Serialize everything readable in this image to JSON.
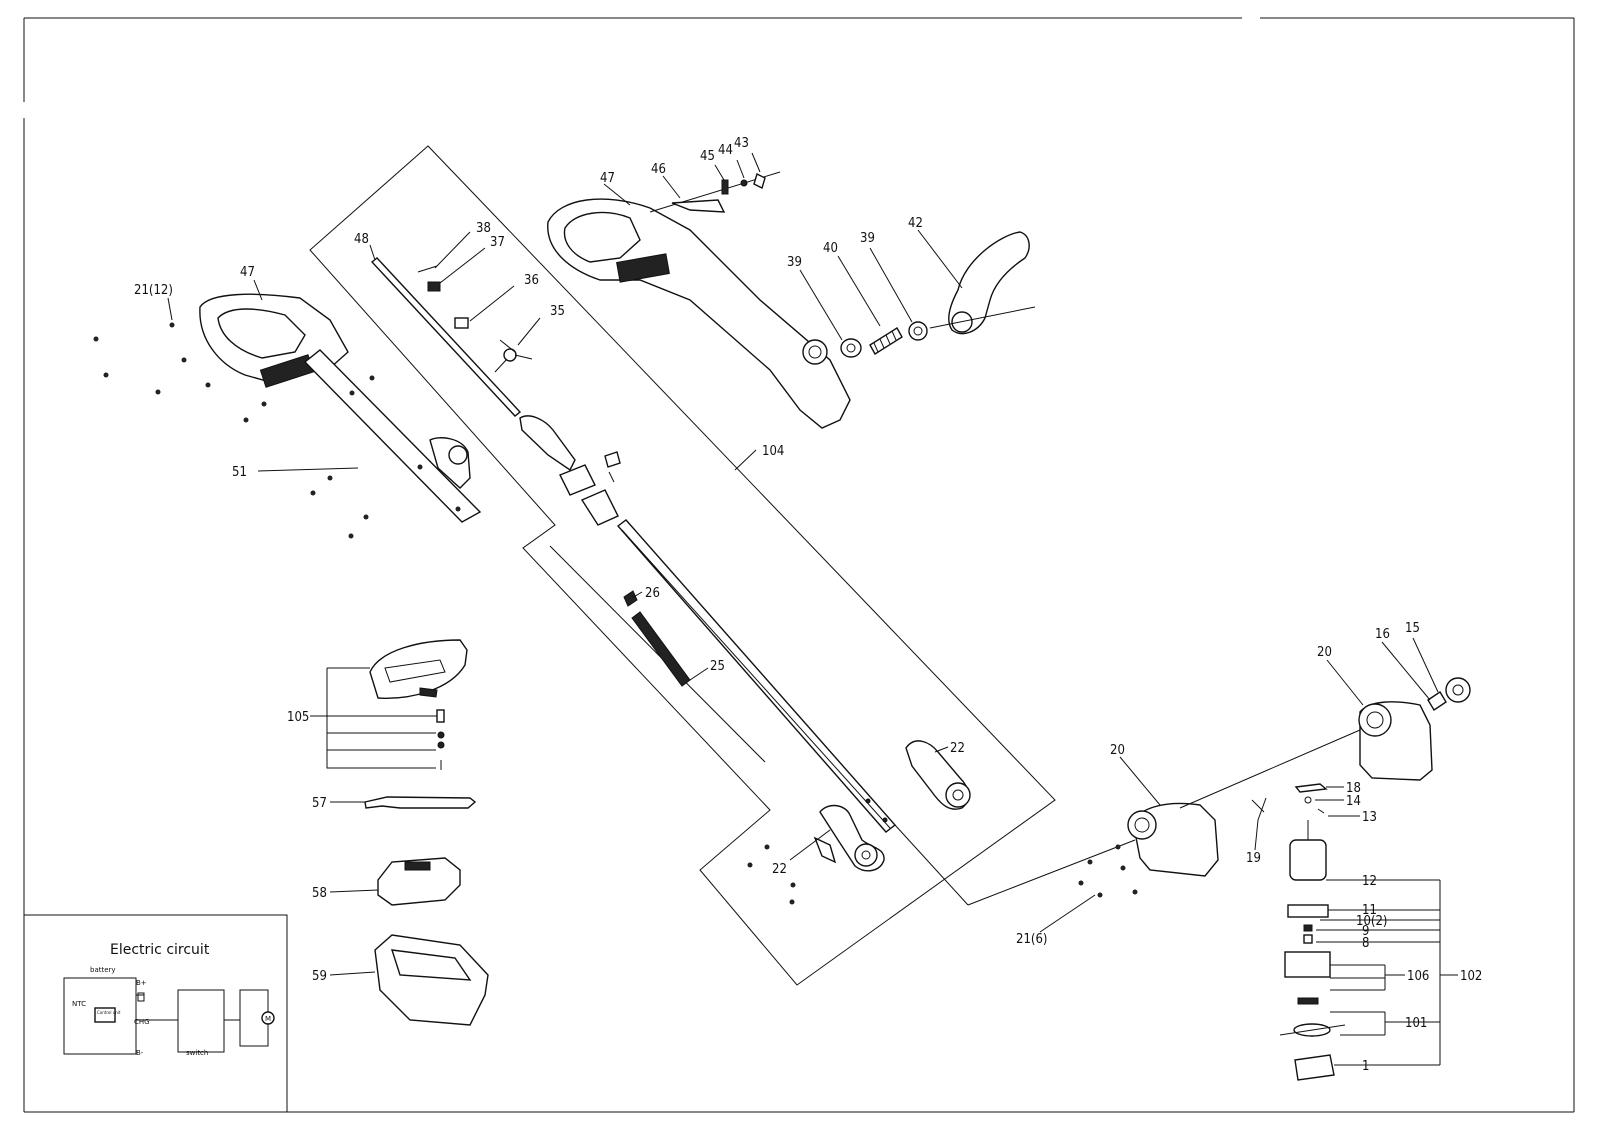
{
  "labels": {
    "l47a": "47",
    "l46": "46",
    "l45": "45",
    "l44": "44",
    "l43": "43",
    "l48": "48",
    "l38": "38",
    "l37": "37",
    "l36": "36",
    "l35": "35",
    "l21_12": "21(12)",
    "l47b": "47",
    "l51": "51",
    "l39a": "39",
    "l40": "40",
    "l39b": "39",
    "l42": "42",
    "l104": "104",
    "l26": "26",
    "l25": "25",
    "l22a": "22",
    "l22b": "22",
    "l105": "105",
    "l57": "57",
    "l58": "58",
    "l59": "59",
    "l20a": "20",
    "l20b": "20",
    "l16": "16",
    "l15": "15",
    "l18": "18",
    "l14": "14",
    "l13": "13",
    "l19": "19",
    "l12": "12",
    "l11": "11",
    "l10_2": "10(2)",
    "l9": "9",
    "l8": "8",
    "l106": "106",
    "l102": "102",
    "l101": "101",
    "l1": "1",
    "l21_6": "21(6)"
  },
  "circuit": {
    "title": "Electric circuit",
    "battery": "battery",
    "ntc": "NTC",
    "chg": "CHG",
    "switch": "switch",
    "control_unit": "Control unit",
    "b_plus": "B+",
    "b_minus": "B-",
    "motor": "M"
  }
}
